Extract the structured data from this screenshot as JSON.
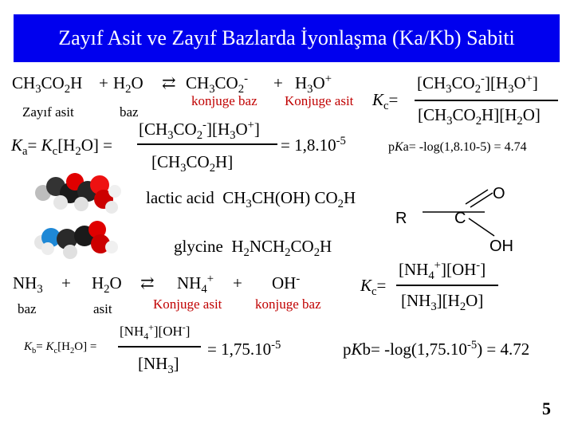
{
  "title": "Zayıf Asit ve Zayıf Bazlarda İyonlaşma (Ka/Kb) Sabiti",
  "acetic": {
    "reaction": {
      "reactant1": {
        "main": "CH",
        "s1": "3",
        "mid": "CO",
        "s2": "2",
        "end": "H"
      },
      "plus1": "+",
      "reactant2": {
        "main": "H",
        "s1": "2",
        "end": "O"
      },
      "arrow": "⇄",
      "product1": {
        "main": "CH",
        "s1": "3",
        "mid": "CO",
        "s2": "2",
        "sup": "-"
      },
      "plus2": "+",
      "product2": {
        "main": "H",
        "s1": "3",
        "end": "O",
        "sup": "+"
      }
    },
    "labels": {
      "weak_acid": "Zayıf asit",
      "base": "baz",
      "conj_base": "konjuge baz",
      "conj_acid": "Konjuge asit"
    },
    "kc": {
      "label": "K",
      "label_sub": "c",
      "eq": "=",
      "numerator": "[CH3CO2-][H3O+]",
      "denominator": "[CH3CO2H][H2O]"
    },
    "ka": {
      "lhs": "Ka= Kc[H2O] =",
      "numerator": "[CH3CO2-][H3O+]",
      "denominator": "[CH3CO2H]",
      "rhs_prefix": "= 1,8.10",
      "rhs_exp": "-5"
    },
    "pka": "pKa= -log(1,8.10-5) = 4.74"
  },
  "molecules": {
    "lactic_label": "lactic acid",
    "lactic_formula": "CH3CH(OH) CO2H",
    "glycine_label": "glycine",
    "glycine_formula": "H2NCH2CO2H",
    "functional_group": {
      "o": "O",
      "r": "R",
      "c": "C",
      "oh": "OH"
    }
  },
  "ammonia": {
    "reaction": {
      "r1": "NH",
      "r1_sub": "3",
      "plus1": "+",
      "r2": "H",
      "r2_sub": "2",
      "r2_end": "O",
      "arrow": "⇄",
      "p1": "NH",
      "p1_sub": "4",
      "p1_sup": "+",
      "plus2": "+",
      "p2": "OH",
      "p2_sup": "-"
    },
    "labels": {
      "base": "baz",
      "acid": "asit",
      "conj_acid": "Konjuge asit",
      "conj_base": "konjuge baz"
    },
    "kc": {
      "label": "K",
      "label_sub": "c",
      "eq": "=",
      "numerator": "[NH4+][OH-]",
      "denominator": "[NH3][H2O]"
    },
    "kb": {
      "lhs": "Kb= Kc[H2O] =",
      "numerator": "[NH4+][OH-]",
      "denominator": "[NH3]",
      "rhs_prefix": "= 1,75.10",
      "rhs_exp": "-5"
    },
    "pkb": "pKb= -log(1,75.10-5) = 4.72"
  },
  "page_number": "5",
  "colors": {
    "title_bg": "#0000ee",
    "title_text": "#ffffff",
    "red_label": "#c00000"
  }
}
